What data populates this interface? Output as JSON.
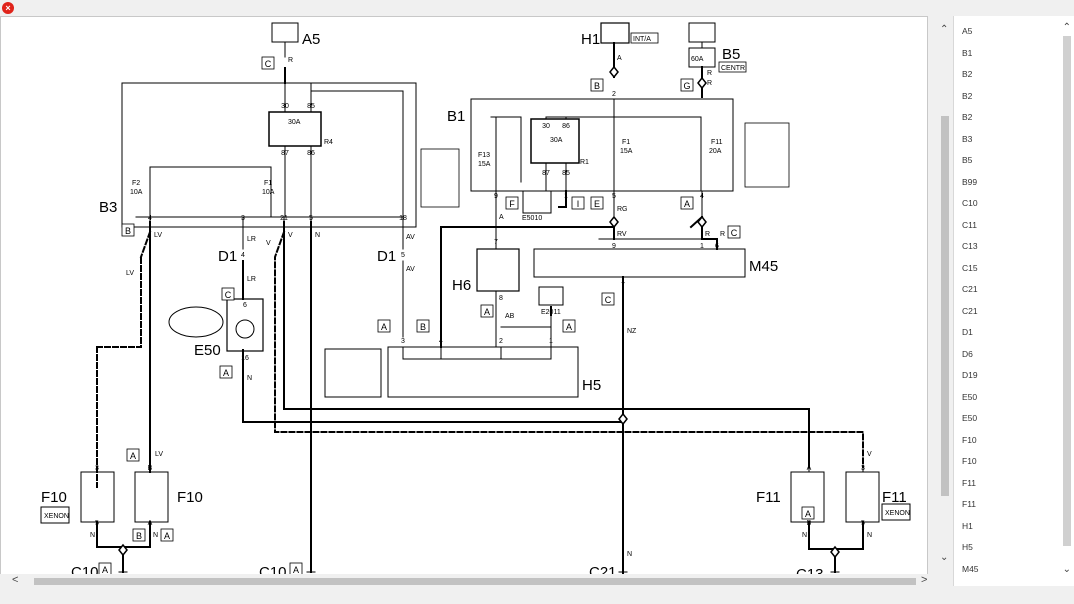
{
  "window": {
    "close_label": "×"
  },
  "sidebar": {
    "items": [
      "A5",
      "B1",
      "B2",
      "B2",
      "B2",
      "B3",
      "B5",
      "B99",
      "C10",
      "C11",
      "C13",
      "C15",
      "C21",
      "C21",
      "D1",
      "D6",
      "D19",
      "E50",
      "E50",
      "F10",
      "F10",
      "F11",
      "F11",
      "H1",
      "H5",
      "M45"
    ]
  },
  "scroll": {
    "up": "⌃",
    "down": "⌄",
    "left": "<",
    "right": ">"
  },
  "diagram": {
    "components": {
      "a5": "A5",
      "h1": "H1",
      "h1_tag": "INT/A",
      "b5": "B5",
      "b5_tag": "CENTR",
      "b5_fuse": "60A",
      "b3": "B3",
      "b1": "B1",
      "m45": "M45",
      "h6": "H6",
      "h5": "H5",
      "e50": "E50",
      "d1a": "D1",
      "d1b": "D1",
      "f10a": "F10",
      "f10b": "F10",
      "f11a": "F11",
      "f11b": "F11",
      "xenon": "XENON",
      "c10a": "C10",
      "c10b": "C10",
      "c21": "C21",
      "c13": "C13",
      "e5010": "E5010",
      "e2011": "E2011",
      "r4": "R4",
      "r1": "R1"
    },
    "connectors": [
      "C",
      "B",
      "G",
      "B",
      "A",
      "F",
      "I",
      "E",
      "A",
      "C",
      "C",
      "A",
      "B",
      "A",
      "A",
      "A",
      "B",
      "A",
      "A",
      "A",
      "A",
      "C",
      "A"
    ],
    "fuses": {
      "b3_f2": "F2",
      "b3_f2_val": "10A",
      "b3_f1": "F1",
      "b3_f1_val": "10A",
      "relay_30a": "30A",
      "b1_f13": "F13",
      "b1_f13_val": "15A",
      "b1_f1": "F1",
      "b1_f1_val": "15A",
      "b1_f11": "F11",
      "b1_f11_val": "20A"
    },
    "pins": {
      "b3_30": "30",
      "b3_85": "85",
      "b3_87": "87",
      "b3_86": "86",
      "b3_4": "4",
      "b3_3": "3",
      "b3_21": "21",
      "b3_5": "5",
      "b3_18": "18",
      "b1_30": "30",
      "b1_86": "86",
      "b1_87": "87",
      "b1_85": "85",
      "b1_9": "9",
      "b1_1": "1",
      "b1_5": "5",
      "b1_4": "4",
      "b1_2": "2",
      "m45_9": "9",
      "m45_1": "1",
      "m45_6": "6",
      "m45_7": "7",
      "d1_4": "4",
      "d1_5": "5",
      "e50_6": "6",
      "e50_16": "16",
      "h6_7": "7",
      "h6_8": "8",
      "h5_3": "3",
      "h5_4": "4",
      "h5_2": "2",
      "h5_1": "1",
      "f10_3": "3",
      "f10_5": "5",
      "f10_b": "B",
      "f10_a": "A",
      "f11_a": "A",
      "f11_b": "B",
      "f11_3": "3",
      "f11_5": "5"
    },
    "wires": {
      "r": "R",
      "lv": "LV",
      "v": "V",
      "n": "N",
      "lr": "LR",
      "av": "AV",
      "a": "A",
      "rg": "RG",
      "rv": "RV",
      "ab": "AB",
      "nz": "NZ"
    }
  }
}
